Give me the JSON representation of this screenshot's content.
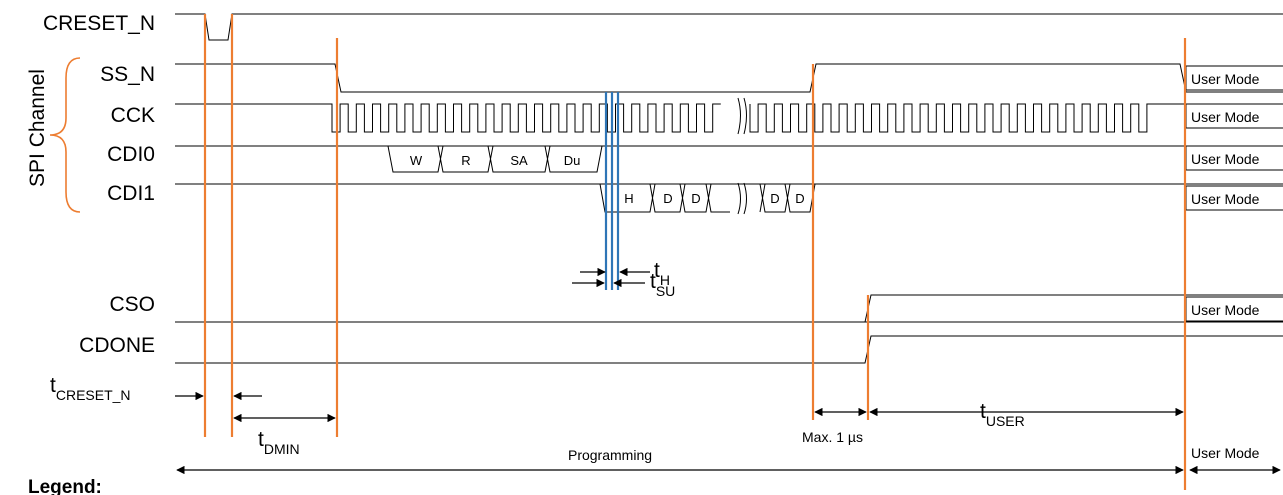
{
  "signals": {
    "creset": "CRESET_N",
    "ss": "SS_N",
    "cck": "CCK",
    "cdi0": "CDI0",
    "cdi1": "CDI1",
    "cso": "CSO",
    "cdone": "CDONE"
  },
  "group_label": "SPI Channel",
  "cdi0_fields": [
    "W",
    "R",
    "SA",
    "Du"
  ],
  "cdi1_fields": [
    "H",
    "D",
    "D",
    "D",
    "D"
  ],
  "user_mode": "User Mode",
  "timing": {
    "th_main": "t",
    "th_sub": "H",
    "tsu_main": "t",
    "tsu_sub": "SU",
    "tcreset_main": "t",
    "tcreset_sub": "CRESET_N",
    "tdmin_main": "t",
    "tdmin_sub": "DMIN",
    "tuser_main": "t",
    "tuser_sub": "USER",
    "max": "Max. 1 µs"
  },
  "programming": "Programming",
  "legend": "Legend:",
  "colors": {
    "orange": "#ED7D31",
    "blue": "#2E75B6"
  }
}
